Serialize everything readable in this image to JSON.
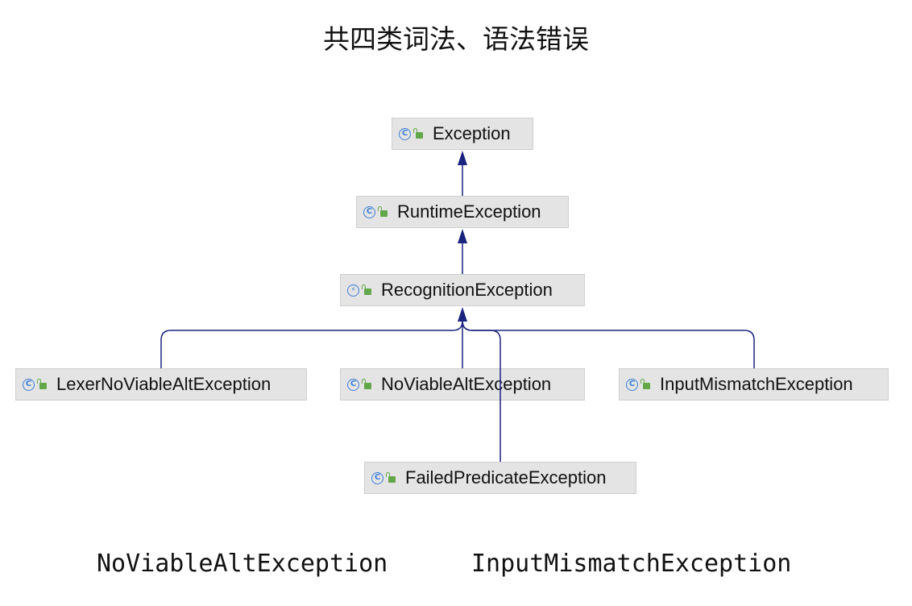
{
  "title": "共四类词法、语法错误",
  "icons": {
    "class_icon": "class-c-icon",
    "abstract_icon": "abstract-class-icon",
    "access_icon": "unlock-icon",
    "class_glyph": "C",
    "abstract_glyph": "⚡"
  },
  "colors": {
    "edge": "#1a237e",
    "node_bg": "#e4e4e4",
    "class_icon": "#3b7dd8",
    "lock_icon": "#62a84a"
  },
  "nodes": {
    "exception": "Exception",
    "runtime": "RuntimeException",
    "recognition": "RecognitionException",
    "lexer_no_viable": "LexerNoViableAltException",
    "no_viable": "NoViableAltException",
    "input_mismatch": "InputMismatchException",
    "failed_predicate": "FailedPredicateException"
  },
  "footer": {
    "left": "NoViableAltException",
    "right": "InputMismatchException"
  }
}
